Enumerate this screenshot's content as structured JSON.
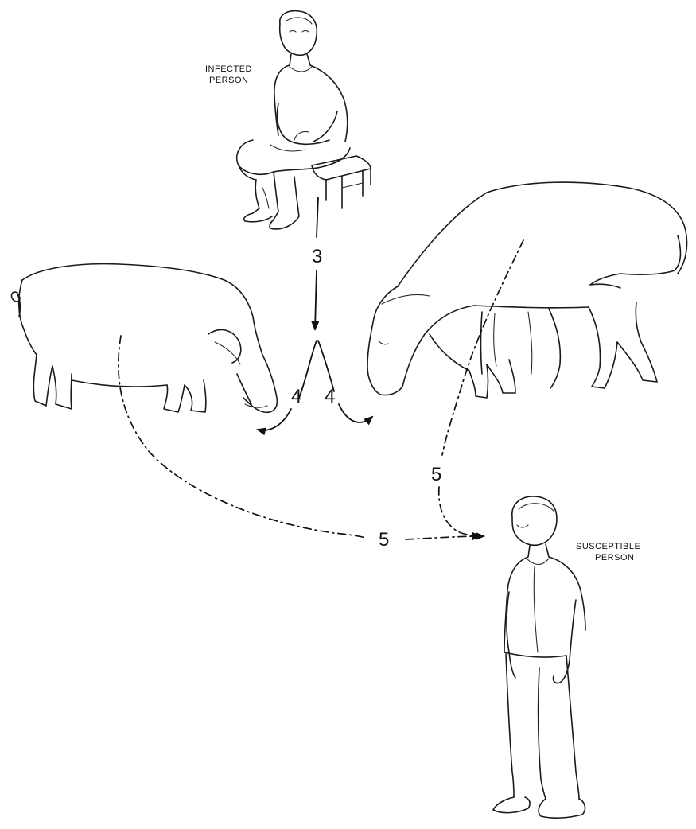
{
  "labels": {
    "infected_person": [
      "INFECTED",
      "PERSON"
    ],
    "susceptible_person": [
      "SUSCEPTIBLE",
      "PERSON"
    ]
  },
  "steps": {
    "step3": "3",
    "step4_pig": "4",
    "step4_cow": "4",
    "step5_pig": "5",
    "step5_cow": "5"
  },
  "figures": [
    "infected-person",
    "pig",
    "cow",
    "susceptible-person"
  ]
}
